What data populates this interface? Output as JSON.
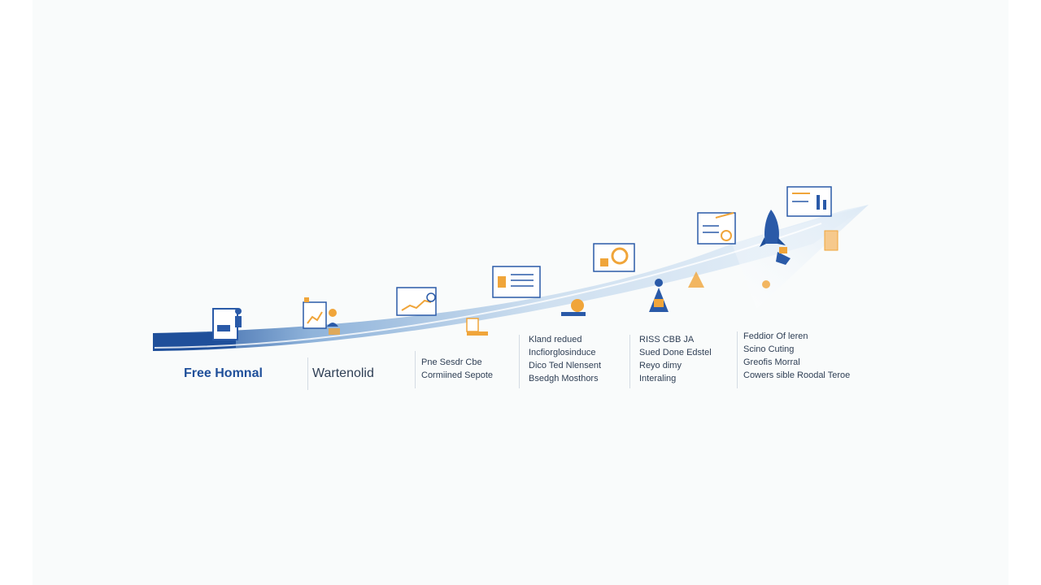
{
  "colors": {
    "arrow_dark": "#1f4f9a",
    "arrow_light": "#d9e8f5",
    "accent_orange": "#f0a53a",
    "icon_blue": "#2a5aa8"
  },
  "stages": [
    {
      "title": "Free Homnal",
      "icon": "document-person-icon"
    },
    {
      "title": "Wartenolid",
      "icon": "chart-person-icon"
    },
    {
      "lines": [
        "Pne Sesdr Cbe",
        "Cormiined Sepote"
      ],
      "icon": "screen-chart-icon"
    },
    {
      "lines": [
        "Kland redued",
        "Incfiorglosinduce",
        "Dico Ted Nlensent",
        "Bsedgh Mosthors"
      ],
      "icon": "screen-list-icon"
    },
    {
      "lines": [
        "RISS CBB JA",
        "Sued Done Edstel",
        "Reyo dimy",
        "Interaling"
      ],
      "icon": "screen-gear-icon"
    },
    {
      "lines": [
        "Feddior Of leren",
        "Scino Cuting",
        "Greofis Morral",
        "Cowers sible Roodal Teroe"
      ],
      "icon": "rocket-icon"
    }
  ]
}
